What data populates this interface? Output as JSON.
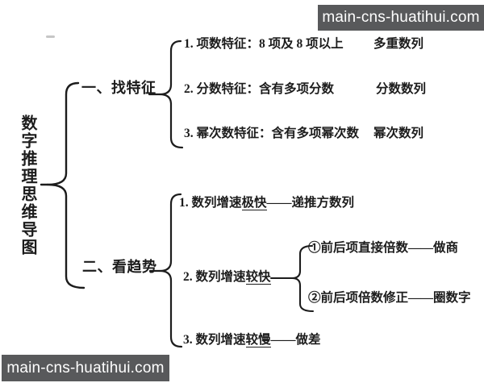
{
  "watermark": {
    "top_right": "main-cns-huatihui.com",
    "bottom_left": "main-cns-huatihui.com",
    "bg_color": "#58595b",
    "text_color": "#ffffff"
  },
  "colors": {
    "ink": "#1c1c1c",
    "background": "#ffffff"
  },
  "mindmap": {
    "title": "数字推理思维导图",
    "branch1": {
      "label": "一、找特征",
      "item1": {
        "text": "1. 项数特征：8 项及 8 项以上",
        "tag": "多重数列"
      },
      "item2": {
        "text": "2. 分数特征：含有多项分数",
        "tag": "分数数列"
      },
      "item3": {
        "text": "3. 幂次数特征：含有多项幂次数",
        "tag": "幂次数列"
      }
    },
    "branch2": {
      "label": "二、看趋势",
      "item1": {
        "pre": "1. 数列增速",
        "emph": "极快",
        "post": "——递推方数列"
      },
      "item2": {
        "pre": "2. 数列增速",
        "emph": "较快",
        "post": ""
      },
      "item2_sub1": {
        "text": "①前后项直接倍数——做商"
      },
      "item2_sub2": {
        "text": "②前后项倍数修正——圈数字"
      },
      "item3": {
        "pre": "3. 数列增速",
        "emph": "较慢",
        "post": "——做差"
      }
    }
  }
}
